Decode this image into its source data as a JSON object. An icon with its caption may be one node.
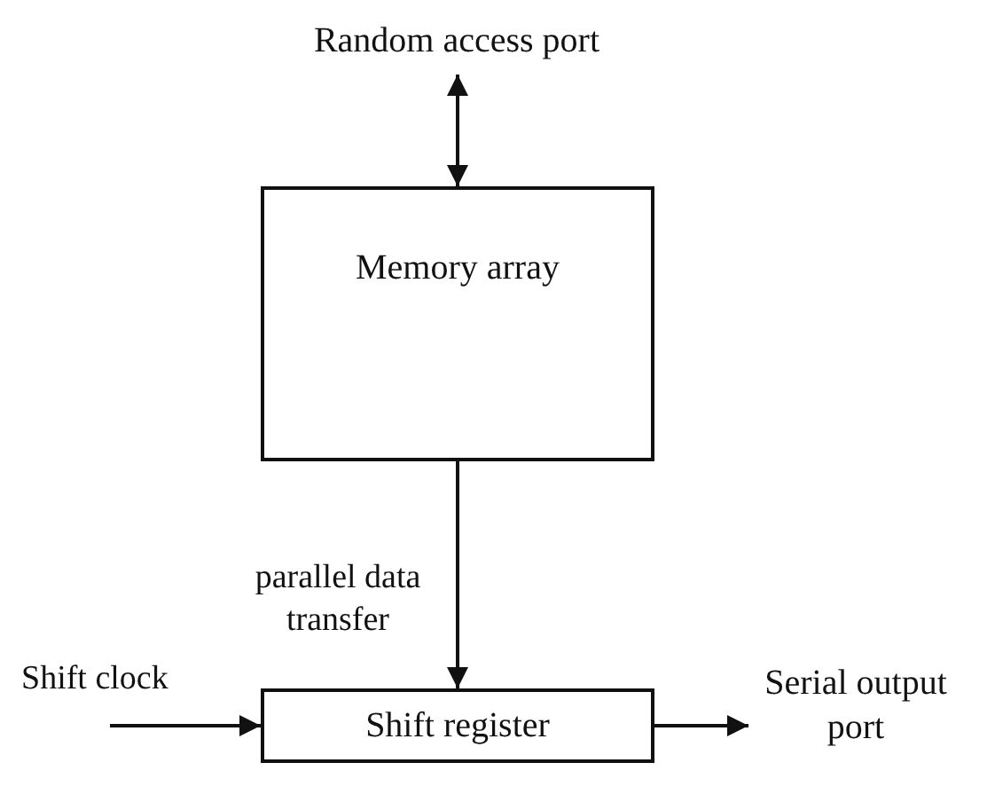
{
  "diagram": {
    "nodes": [
      {
        "text": [
          "Random access port"
        ]
      },
      {
        "text": [
          "Memory array"
        ]
      },
      {
        "text": [
          "Shift register"
        ]
      },
      {
        "text": [
          "Serial output port"
        ]
      }
    ],
    "edges": [
      {
        "from": 0,
        "to": 1,
        "arrow": "both"
      },
      {
        "from": 1,
        "to": 2,
        "arrow": "to",
        "label": "parallel data transfer"
      },
      {
        "from": null,
        "to": 2,
        "arrow": "to",
        "label": "Shift clock"
      },
      {
        "from": 2,
        "to": 3,
        "arrow": "to"
      }
    ]
  }
}
